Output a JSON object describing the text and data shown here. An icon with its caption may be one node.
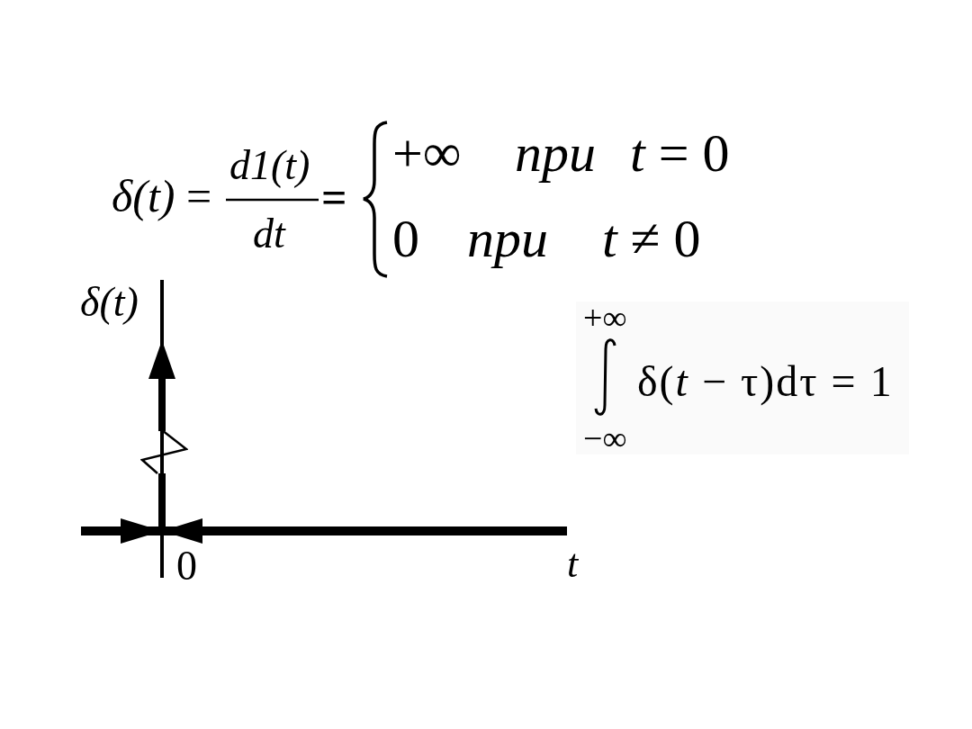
{
  "diagram": {
    "labels": [
      "*δ(t)* =",
      "d1(t)",
      "dt",
      "=",
      "+∞",
      "при",
      "*t* = 0",
      "0",
      "при",
      "*t* ≠ 0",
      "δ(t)",
      "+∞",
      "δ(*t* − τ)dτ = 1",
      "−∞",
      "0",
      "t"
    ]
  }
}
